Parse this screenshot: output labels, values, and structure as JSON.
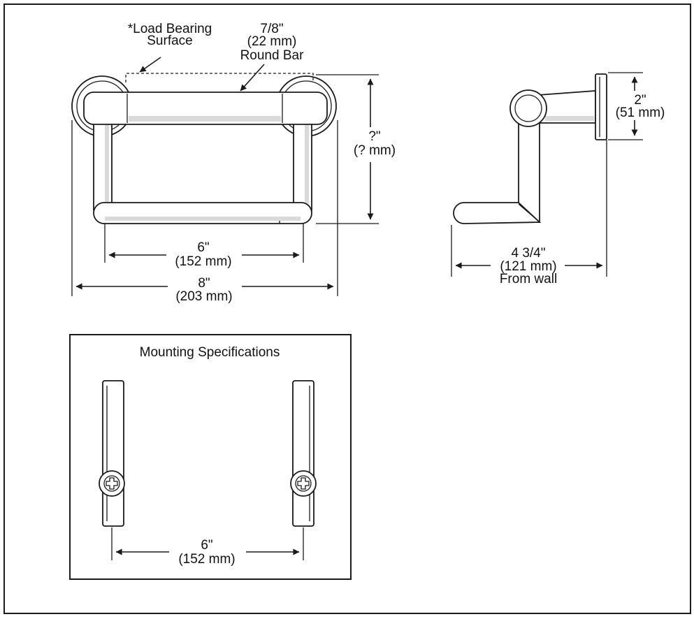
{
  "labels": {
    "load_bearing_1": "*Load Bearing",
    "load_bearing_2": "Surface",
    "bar_size_1": "7/8\"",
    "bar_size_2": "(22 mm)",
    "bar_size_3": "Round Bar",
    "height_1": "?\"",
    "height_2": "(? mm)",
    "inner_width_1": "6\"",
    "inner_width_2": "(152 mm)",
    "overall_width_1": "8\"",
    "overall_width_2": "(203 mm)",
    "flange_1": "2\"",
    "flange_2": "(51 mm)",
    "projection_1": "4 3/4\"",
    "projection_2": "(121 mm)",
    "projection_3": "From wall",
    "mounting_title": "Mounting Specifications",
    "mount_spacing_1": "6\"",
    "mount_spacing_2": "(152 mm)"
  }
}
